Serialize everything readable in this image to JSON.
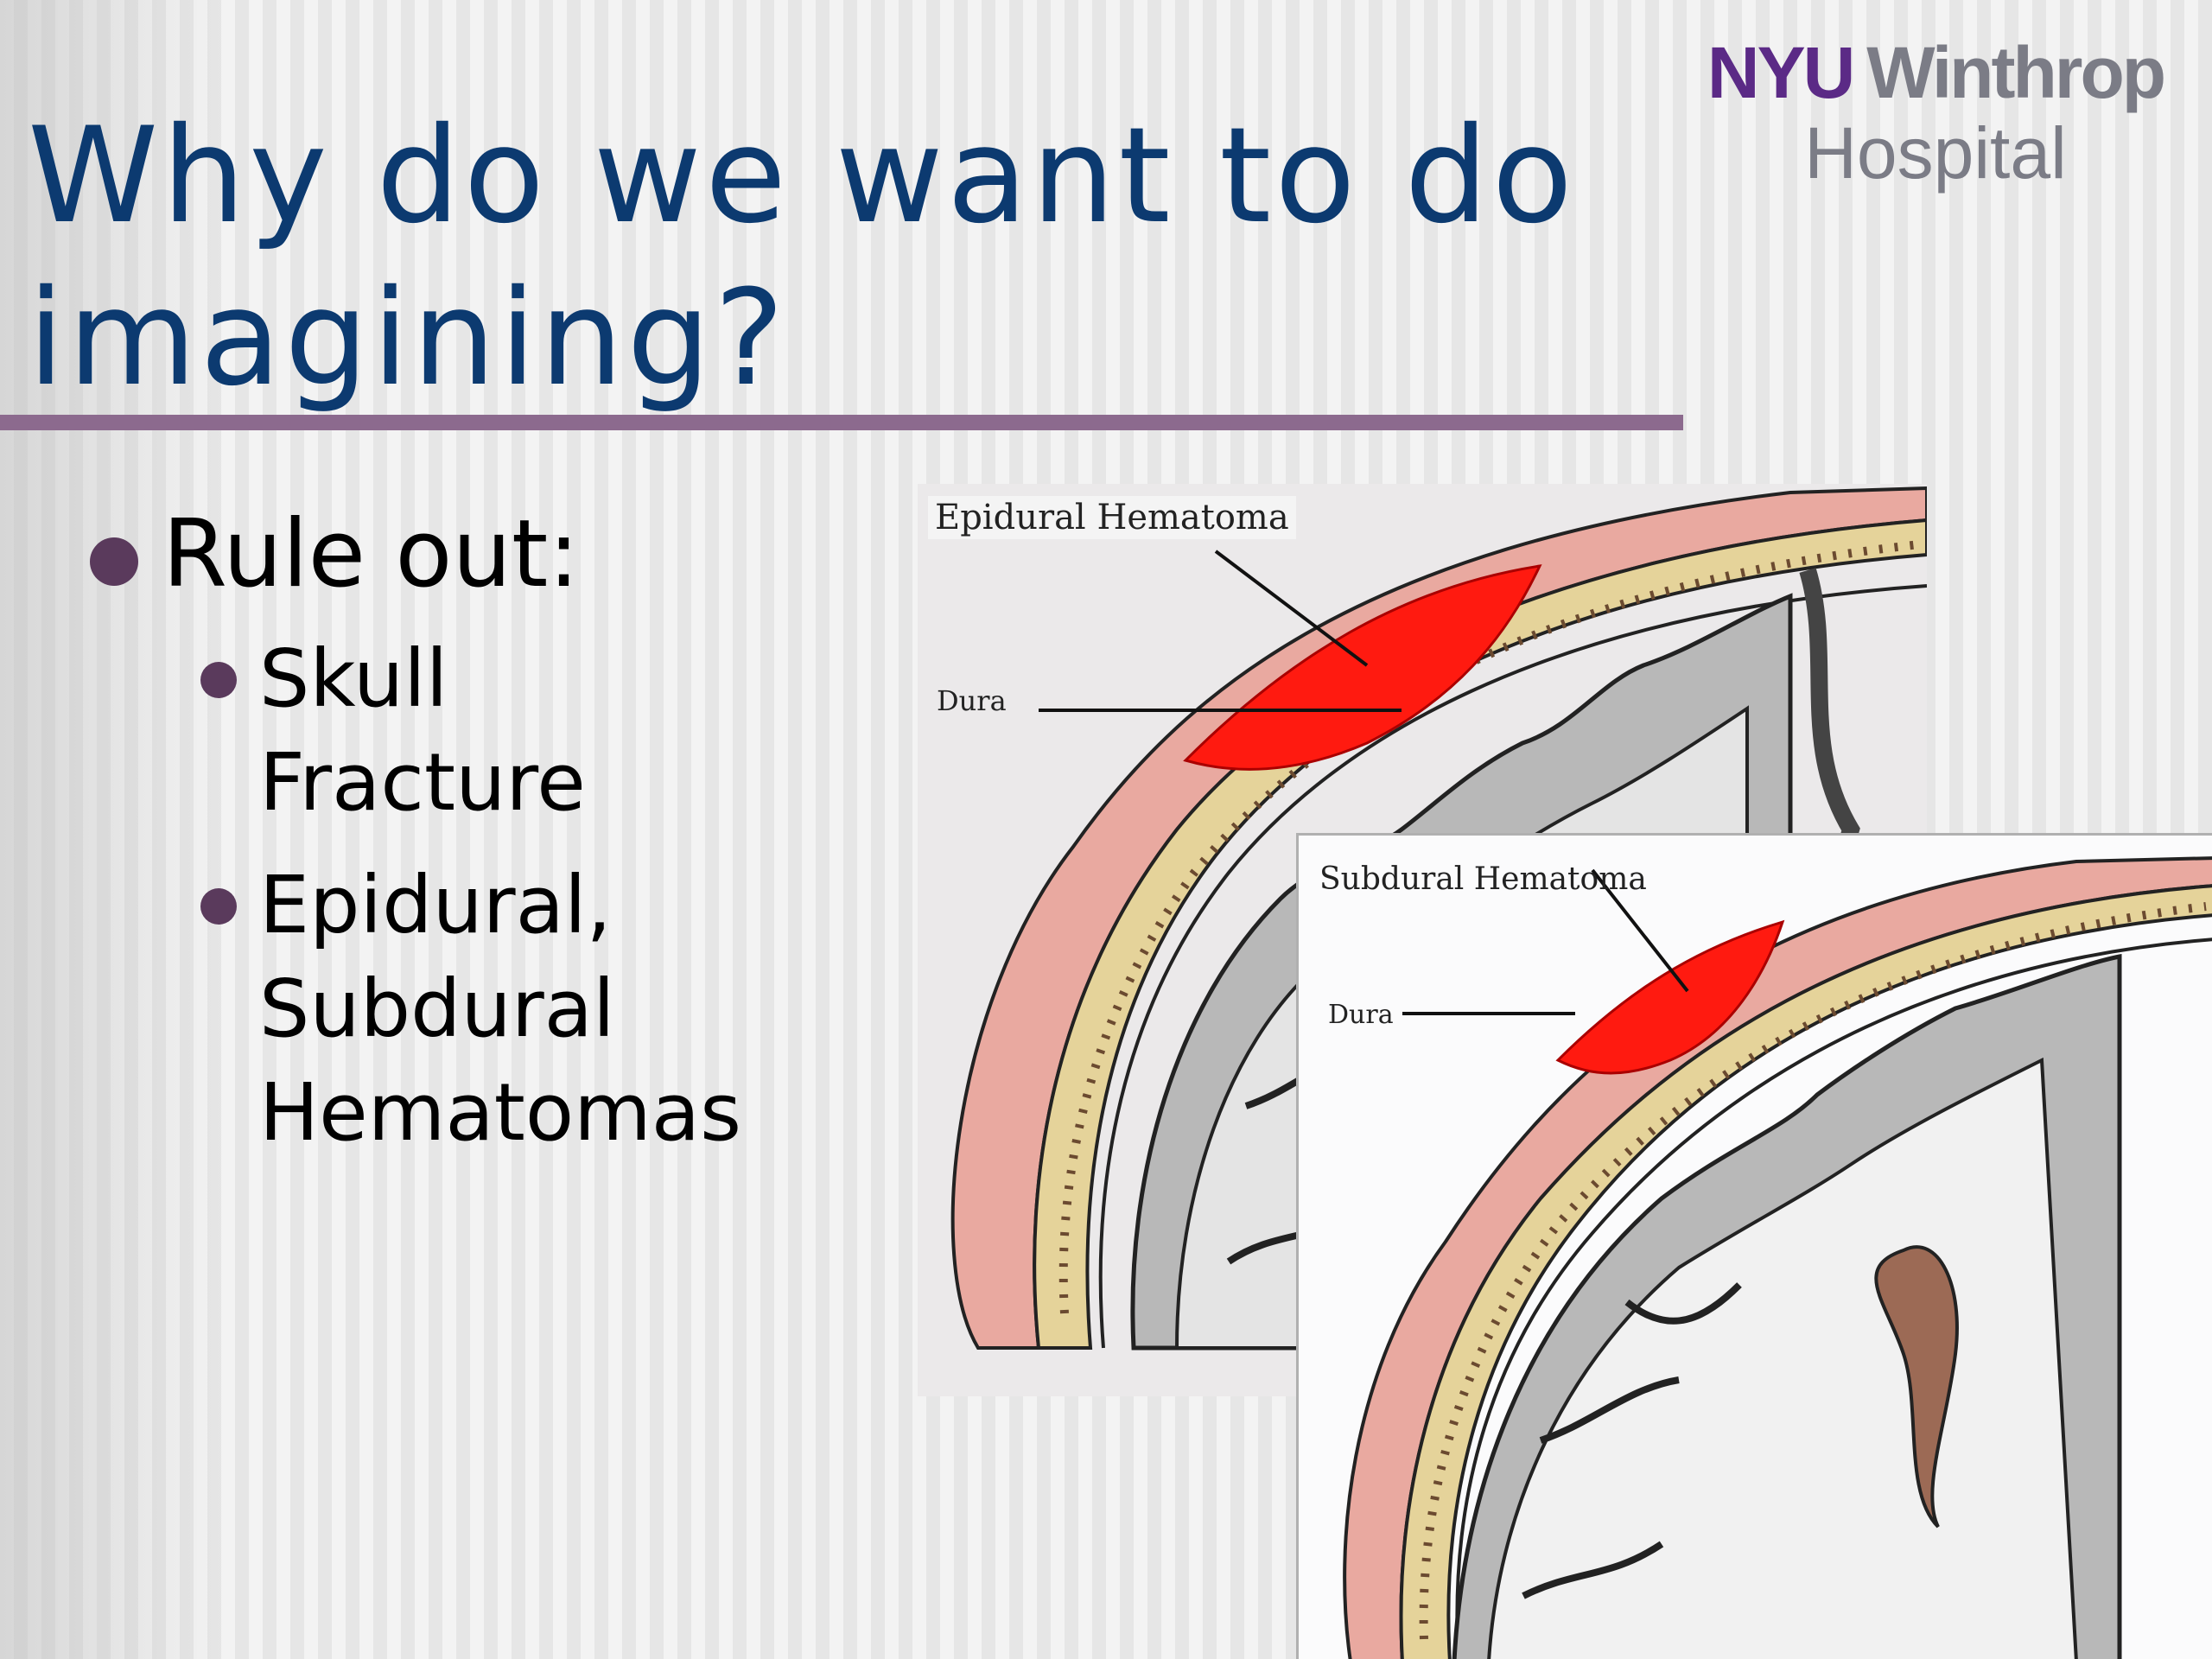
{
  "slide": {
    "title": "Why do we want to do imagining?",
    "logo": {
      "brand": "NYU",
      "name": "Winthrop",
      "subtitle": "Hospital"
    },
    "bullets": {
      "main": "Rule out:",
      "items": [
        {
          "line1": "Skull",
          "line2": "Fracture"
        },
        {
          "line1": "Epidural,",
          "line2": "Subdural",
          "line3": "Hematomas"
        }
      ]
    },
    "figures": {
      "epidural": {
        "title": "Epidural Hematoma",
        "dura": "Dura"
      },
      "subdural": {
        "title": "Subdural Hematoma",
        "dura": "Dura"
      }
    }
  },
  "colors": {
    "title": "#0c3a70",
    "rule": "#8c6a8e",
    "bullet_dot": "#5a3a5c",
    "logo_purple": "#5b2a86",
    "logo_gray": "#7b7c86",
    "hematoma": "#ff1a10"
  },
  "icons": [
    "bullet-dot"
  ]
}
